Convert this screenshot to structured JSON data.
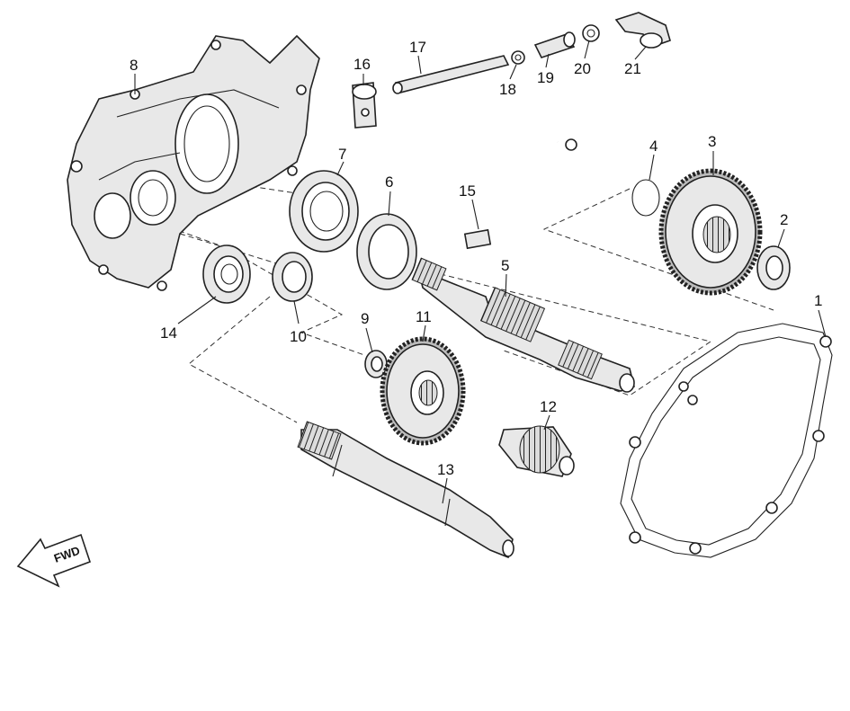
{
  "labels": {
    "p1": "1",
    "p2": "2",
    "p3": "3",
    "p4": "4",
    "p5": "5",
    "p6": "6",
    "p7": "7",
    "p8": "8",
    "p9": "9",
    "p10": "10",
    "p11": "11",
    "p12": "12",
    "p13": "13",
    "p14": "14",
    "p15": "15",
    "p16": "16",
    "p17": "17",
    "p18": "18",
    "p19": "19",
    "p20": "20",
    "p21": "21"
  },
  "fwd": "FWD"
}
